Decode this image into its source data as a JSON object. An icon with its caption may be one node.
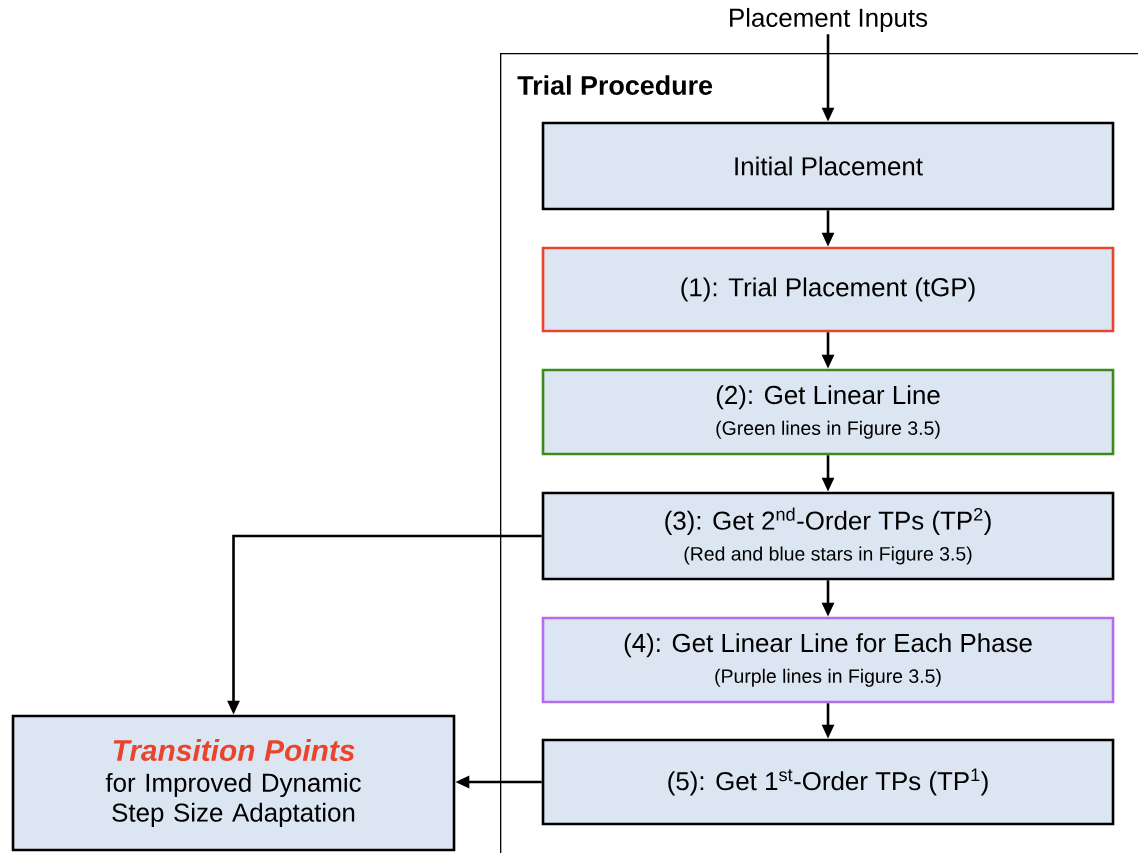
{
  "diagram": {
    "nodes": [
      {
        "text": [
          "Trial Procedure"
        ]
      },
      {
        "text": [
          "Placement Inputs"
        ]
      },
      {
        "text": [
          "Initial Placement"
        ],
        "in": 0
      },
      {
        "text": [
          "(1): Trial Placement (tGP)"
        ],
        "in": 0
      },
      {
        "text": [
          "(2): Get Linear Line",
          "(Green lines in Figure 3.5)"
        ],
        "in": 0
      },
      {
        "text": [
          "(3): Get 2$^{nd}$-Order TPs (TP$^{2}$)",
          "(Red and blue stars in Figure 3.5)"
        ],
        "in": 0
      },
      {
        "text": [
          "(4): Get Linear Line for Each Phase",
          "(Purple lines in Figure 3.5)"
        ],
        "in": 0
      },
      {
        "text": [
          "(5): Get 1$^{st}$-Order TPs (TP$^{1}$)"
        ],
        "in": 0
      },
      {
        "text": [
          "Transition Points",
          "for Improved Dynamic Step Size Adaptation"
        ]
      }
    ],
    "edges": [
      {
        "from": 1,
        "to": 2,
        "arrow": "to"
      },
      {
        "from": 2,
        "to": 3,
        "arrow": "to"
      },
      {
        "from": 3,
        "to": 4,
        "arrow": "to"
      },
      {
        "from": 4,
        "to": 5,
        "arrow": "to"
      },
      {
        "from": 5,
        "to": 6,
        "arrow": "to"
      },
      {
        "from": 6,
        "to": 7,
        "arrow": "to"
      },
      {
        "from": 5,
        "to": 8,
        "arrow": "to"
      },
      {
        "from": 7,
        "to": 8,
        "arrow": "to"
      }
    ]
  }
}
